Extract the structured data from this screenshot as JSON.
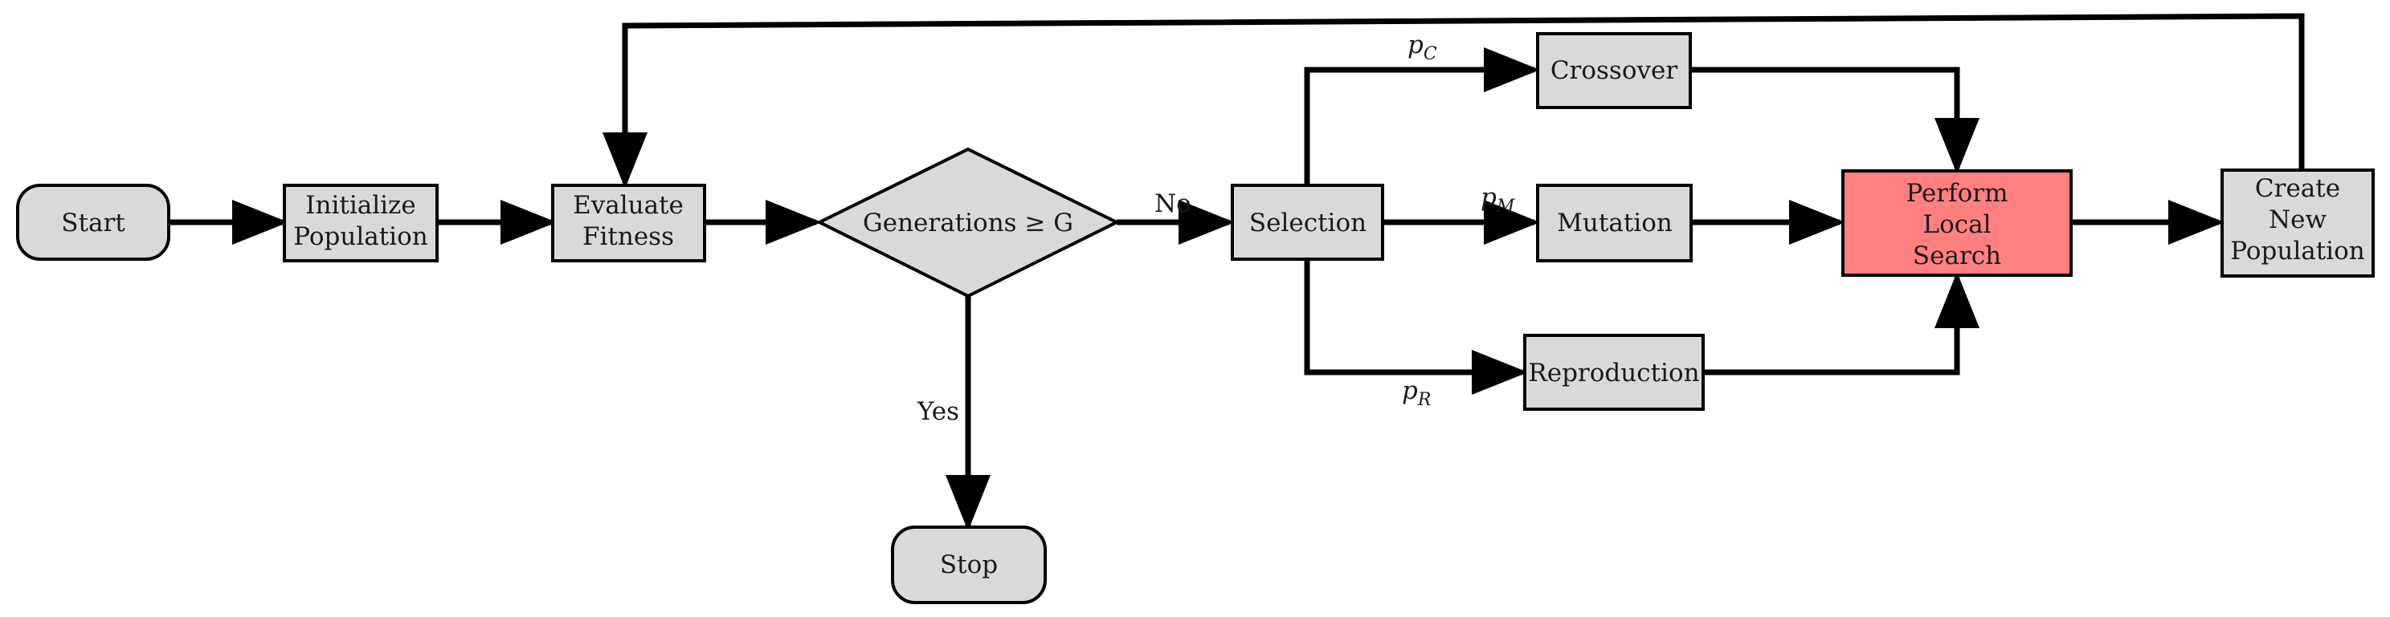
{
  "diagram": {
    "nodes": {
      "start": "Start",
      "init_line1": "Initialize",
      "init_line2": "Population",
      "eval_line1": "Evaluate",
      "eval_line2": "Fitness",
      "decision": "Generations ≥ G",
      "stop": "Stop",
      "selection": "Selection",
      "crossover": "Crossover",
      "mutation": "Mutation",
      "reproduction": "Reproduction",
      "local_line1": "Perform",
      "local_line2": "Local",
      "local_line3": "Search",
      "create_line1": "Create",
      "create_line2": "New",
      "create_line3": "Population"
    },
    "edge_labels": {
      "no": "No",
      "yes": "Yes",
      "pc_main": "p",
      "pc_sub": "C",
      "pm_main": "p",
      "pm_sub": "M",
      "pr_main": "p",
      "pr_sub": "R"
    },
    "highlight_color": "#ff8080",
    "node_color": "#d9d9d9"
  }
}
